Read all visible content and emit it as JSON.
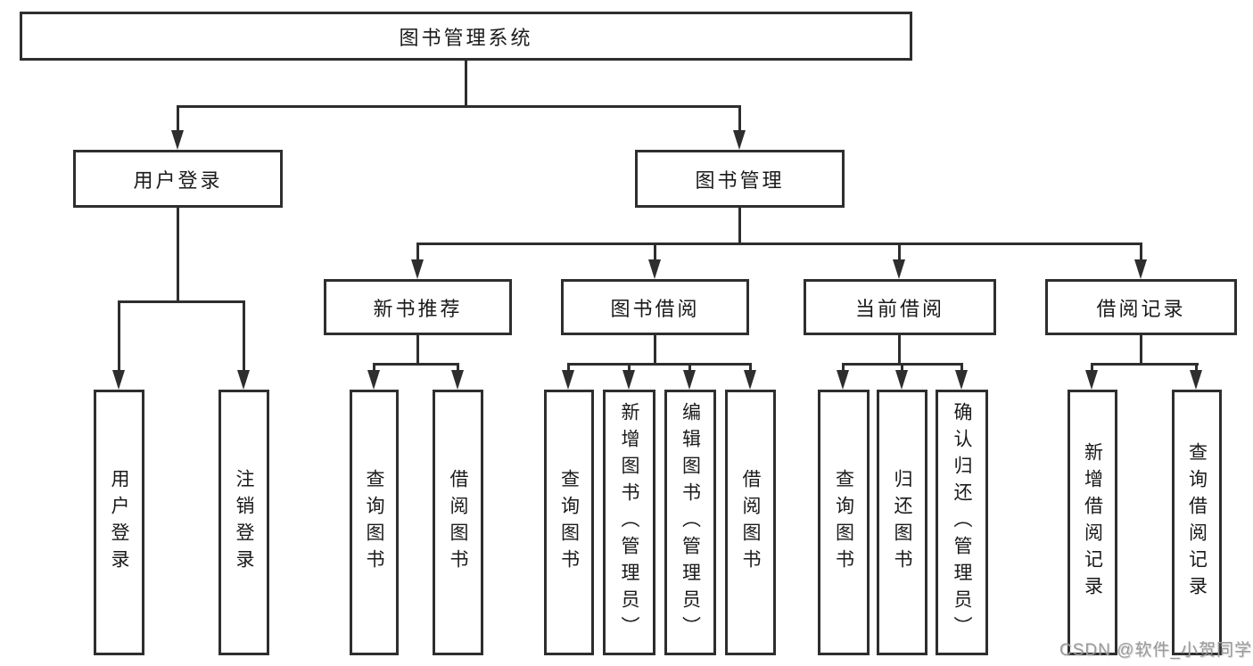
{
  "tree": {
    "root": "图书管理系统",
    "children": [
      {
        "label": "用户登录",
        "children": [
          {
            "label": "用户登录"
          },
          {
            "label": "注销登录"
          }
        ]
      },
      {
        "label": "图书管理",
        "children": [
          {
            "label": "新书推荐",
            "children": [
              {
                "label": "查询图书"
              },
              {
                "label": "借阅图书"
              }
            ]
          },
          {
            "label": "图书借阅",
            "children": [
              {
                "label": "查询图书"
              },
              {
                "label": "新增图书（管理员）"
              },
              {
                "label": "编辑图书（管理员）"
              },
              {
                "label": "借阅图书"
              }
            ]
          },
          {
            "label": "当前借阅",
            "children": [
              {
                "label": "查询图书"
              },
              {
                "label": "归还图书"
              },
              {
                "label": "确认归还（管理员）"
              }
            ]
          },
          {
            "label": "借阅记录",
            "children": [
              {
                "label": "新增借阅记录"
              },
              {
                "label": "查询借阅记录"
              }
            ]
          }
        ]
      }
    ]
  },
  "watermark": "CSDN @软件_小贺同学",
  "colors": {
    "line": "#2e2e2e",
    "text": "#1a1a1a",
    "watermark": "#9a9a9a",
    "background": "#ffffff"
  }
}
